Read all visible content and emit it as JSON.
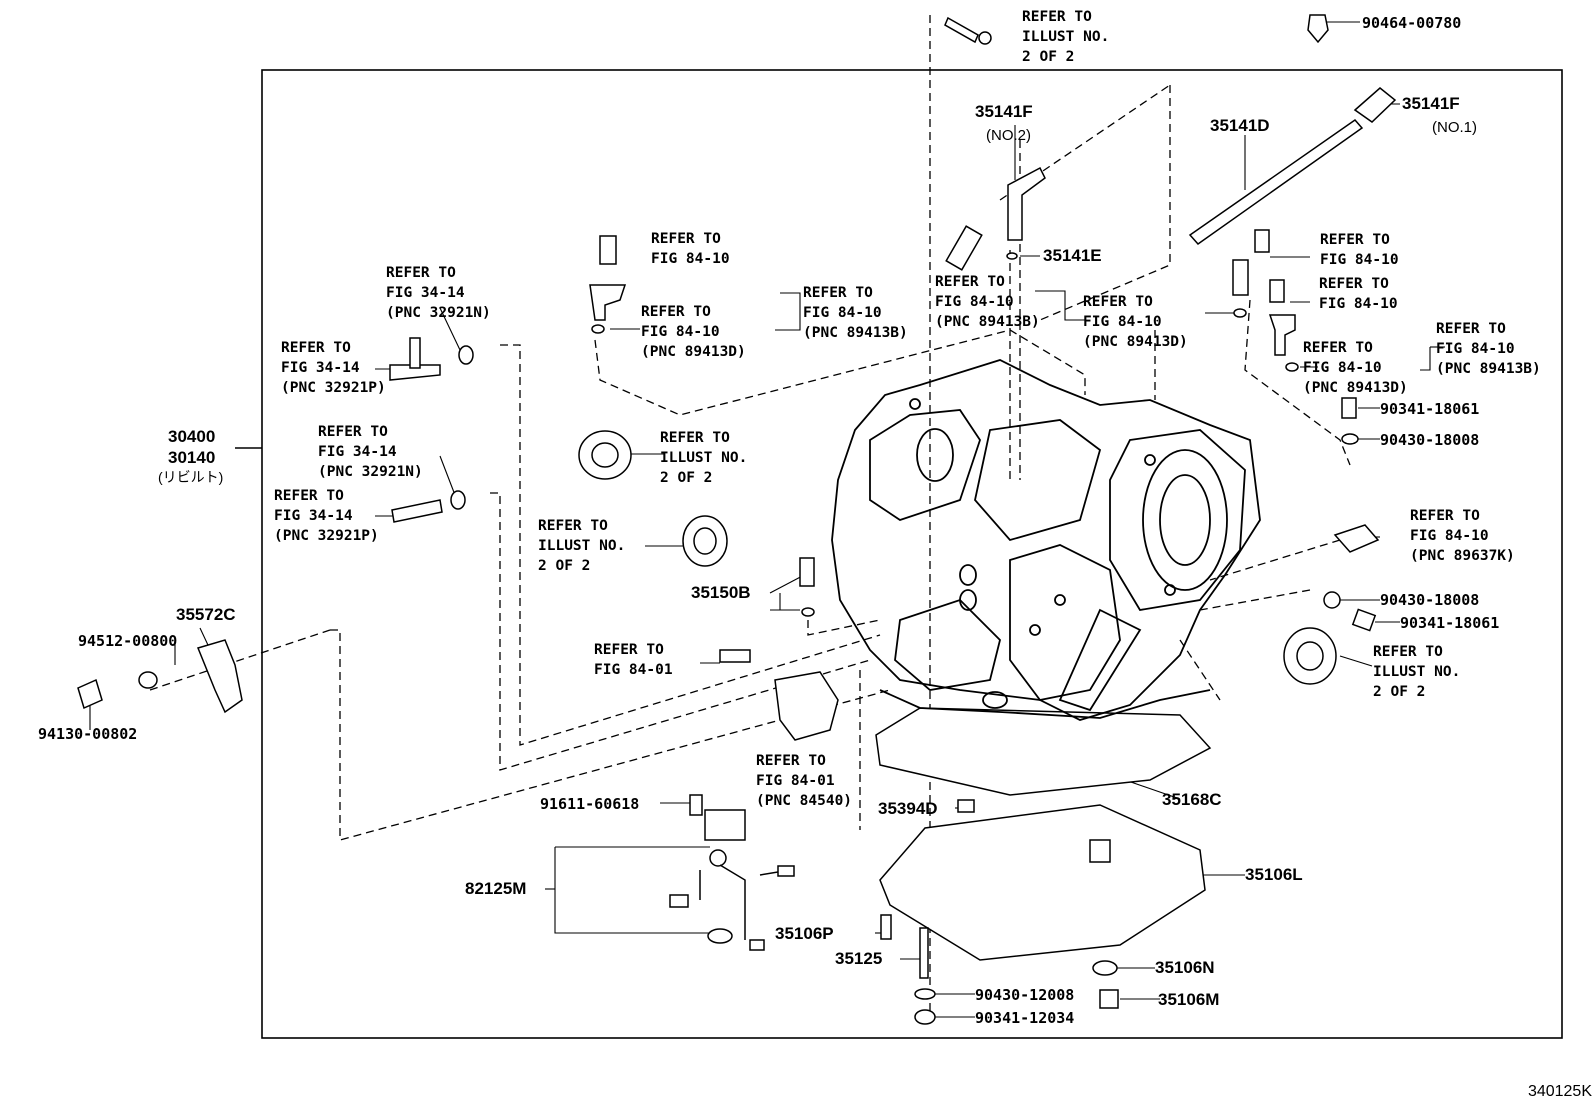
{
  "diagram_code": "340125K",
  "assembly": {
    "part1": "30400",
    "part2": "30140",
    "part2_note": "(リビルト)"
  },
  "parts": {
    "p35141F_2": "35141F",
    "p35141F_2_sub": "(NO.2)",
    "p35141F_1": "35141F",
    "p35141F_1_sub": "(NO.1)",
    "p35141D": "35141D",
    "p35141E": "35141E",
    "p90464": "90464-00780",
    "p90341a": "90341-18061",
    "p90430a": "90430-18008",
    "p90430b": "90430-18008",
    "p90341b": "90341-18061",
    "p35150B": "35150B",
    "p35572C": "35572C",
    "p94512": "94512-00800",
    "p94130": "94130-00802",
    "p91611": "91611-60618",
    "p82125M": "82125M",
    "p35394D": "35394D",
    "p35168C": "35168C",
    "p35106L": "35106L",
    "p35106P": "35106P",
    "p35125": "35125",
    "p90430c": "90430-12008",
    "p90341c": "90341-12034",
    "p35106N": "35106N",
    "p35106M": "35106M"
  },
  "refs": {
    "r_top": "REFER TO\nILLUST NO.\n2 OF 2",
    "r_a": "REFER TO\nFIG 84-10",
    "r_b": "REFER TO\nFIG 84-10\n(PNC 89413B)",
    "r_c": "REFER TO\nFIG 84-10\n(PNC 89413D)",
    "r_d": "REFER TO\nFIG 84-10\n(PNC 89413B)",
    "r_e": "REFER TO\nFIG 84-10\n(PNC 89413D)",
    "r_f": "REFER TO\nFIG 84-10",
    "r_g": "REFER TO\nFIG 84-10",
    "r_h": "REFER TO\nFIG 84-10\n(PNC 89413B)",
    "r_i": "REFER TO\nFIG 84-10\n(PNC 89413D)",
    "r_j": "REFER TO\nFIG 34-14\n(PNC 32921N)",
    "r_k": "REFER TO\nFIG 34-14\n(PNC 32921P)",
    "r_l": "REFER TO\nFIG 34-14\n(PNC 32921N)",
    "r_m": "REFER TO\nFIG 34-14\n(PNC 32921P)",
    "r_n": "REFER TO\nILLUST NO.\n2 OF 2",
    "r_o": "REFER TO\nILLUST NO.\n2 OF 2",
    "r_p": "REFER TO\nFIG 84-10\n(PNC 89637K)",
    "r_q": "REFER TO\nILLUST NO.\n2 OF 2",
    "r_r": "REFER TO\nFIG 84-01",
    "r_s": "REFER TO\nFIG 84-01\n(PNC 84540)"
  }
}
